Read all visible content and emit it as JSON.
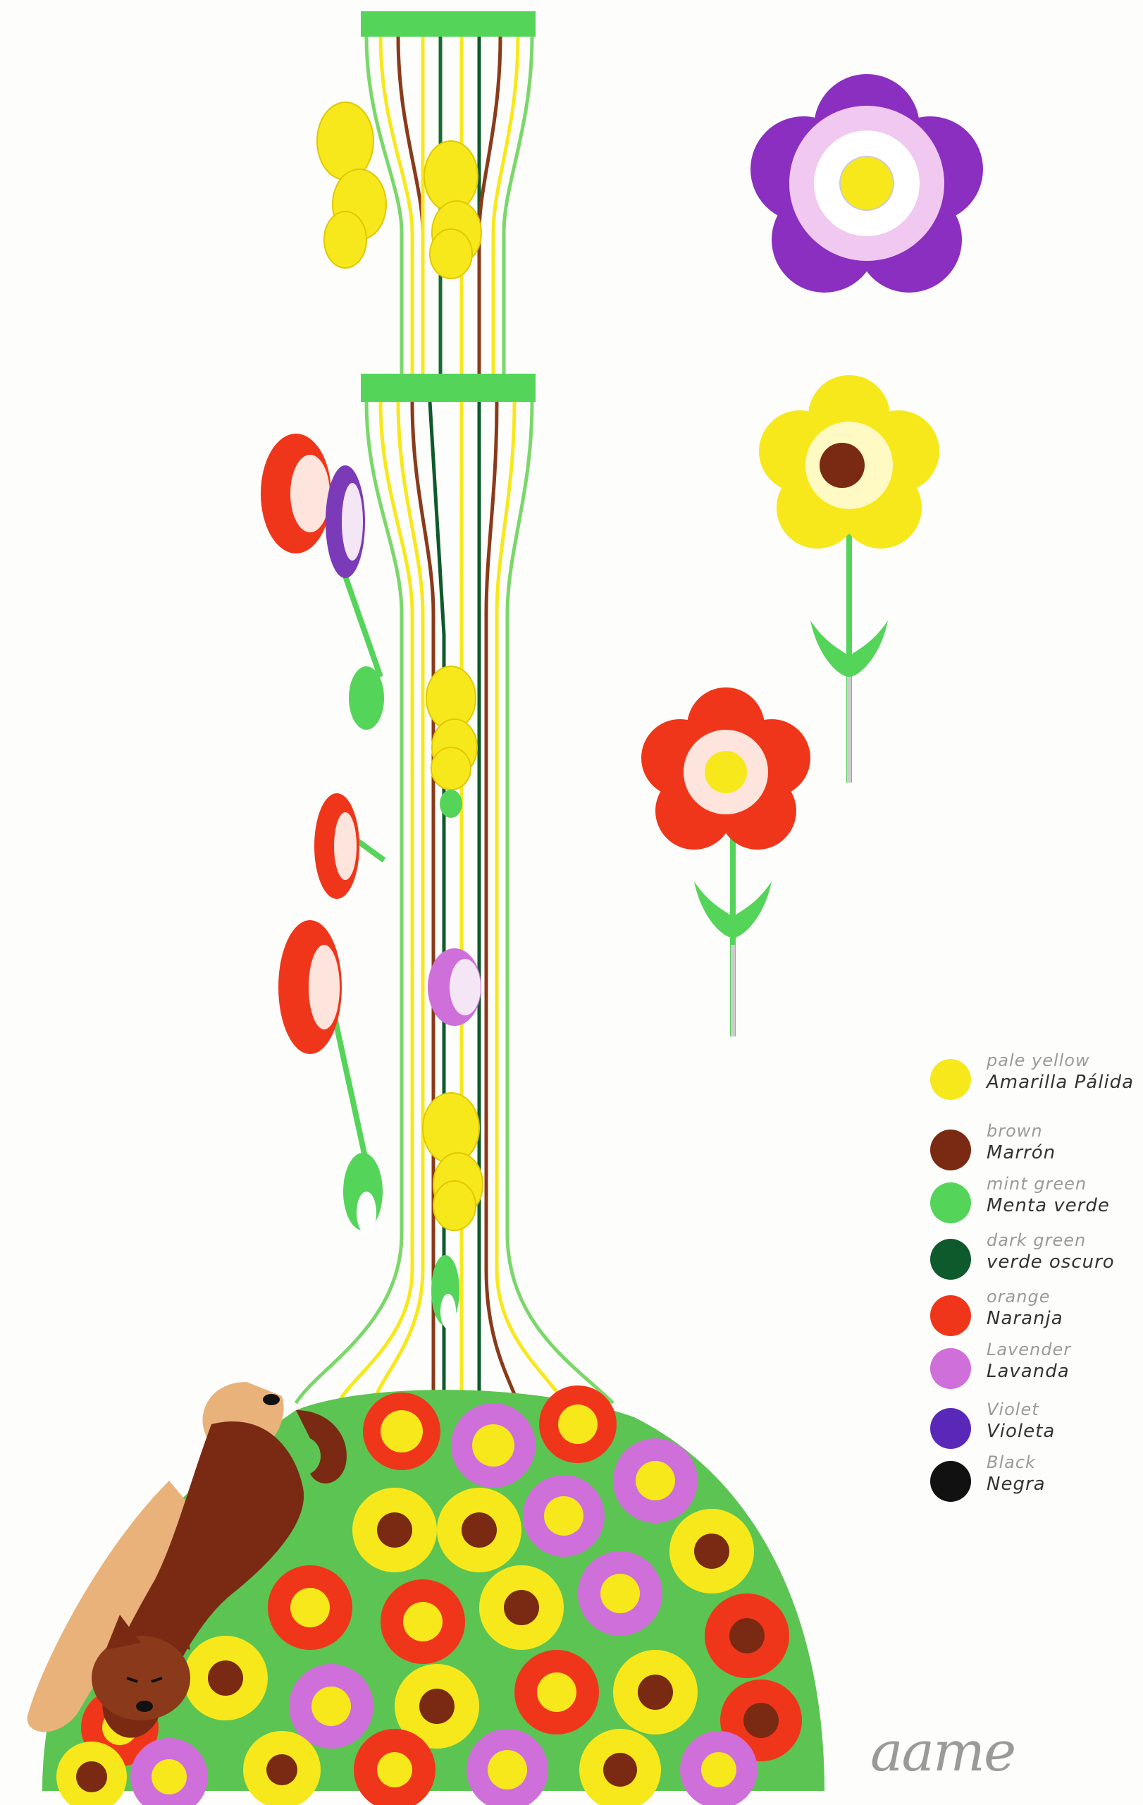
{
  "legend": [
    {
      "en": "pale yellow",
      "es": "Amarilla Pálida",
      "color": "#f7e81c"
    },
    {
      "en": "brown",
      "es": "Marrón",
      "color": "#7a2a12"
    },
    {
      "en": "mint green",
      "es": "Menta verde",
      "color": "#55d45a"
    },
    {
      "en": "dark green",
      "es": "verde oscuro",
      "color": "#0e5a2c"
    },
    {
      "en": "orange",
      "es": "Naranja",
      "color": "#f0361a"
    },
    {
      "en": "Lavender",
      "es": "Lavanda",
      "color": "#cf6fd9"
    },
    {
      "en": "Violet",
      "es": "Violeta",
      "color": "#5a28b8"
    },
    {
      "en": "Black",
      "es": "Negra",
      "color": "#111111"
    }
  ],
  "signature": "aame",
  "icons": [
    "flower-icon",
    "dog-icon",
    "cat-icon"
  ]
}
